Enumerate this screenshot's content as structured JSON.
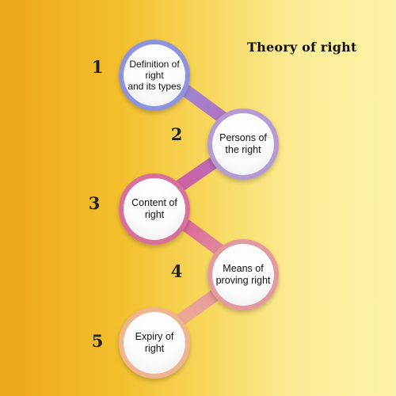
{
  "title": "Theory of right",
  "steps": [
    {
      "number": "1",
      "label": "Definition of\nright\nand its types",
      "color": "#8e93de"
    },
    {
      "number": "2",
      "label": "Persons of\nthe right",
      "color": "#b59ad3"
    },
    {
      "number": "3",
      "label": "Content of\nright",
      "color": "#d8709c"
    },
    {
      "number": "4",
      "label": "Means of\nproving right",
      "color": "#e39a9e"
    },
    {
      "number": "5",
      "label": "Expiry of\nright",
      "color": "#efb592"
    }
  ]
}
